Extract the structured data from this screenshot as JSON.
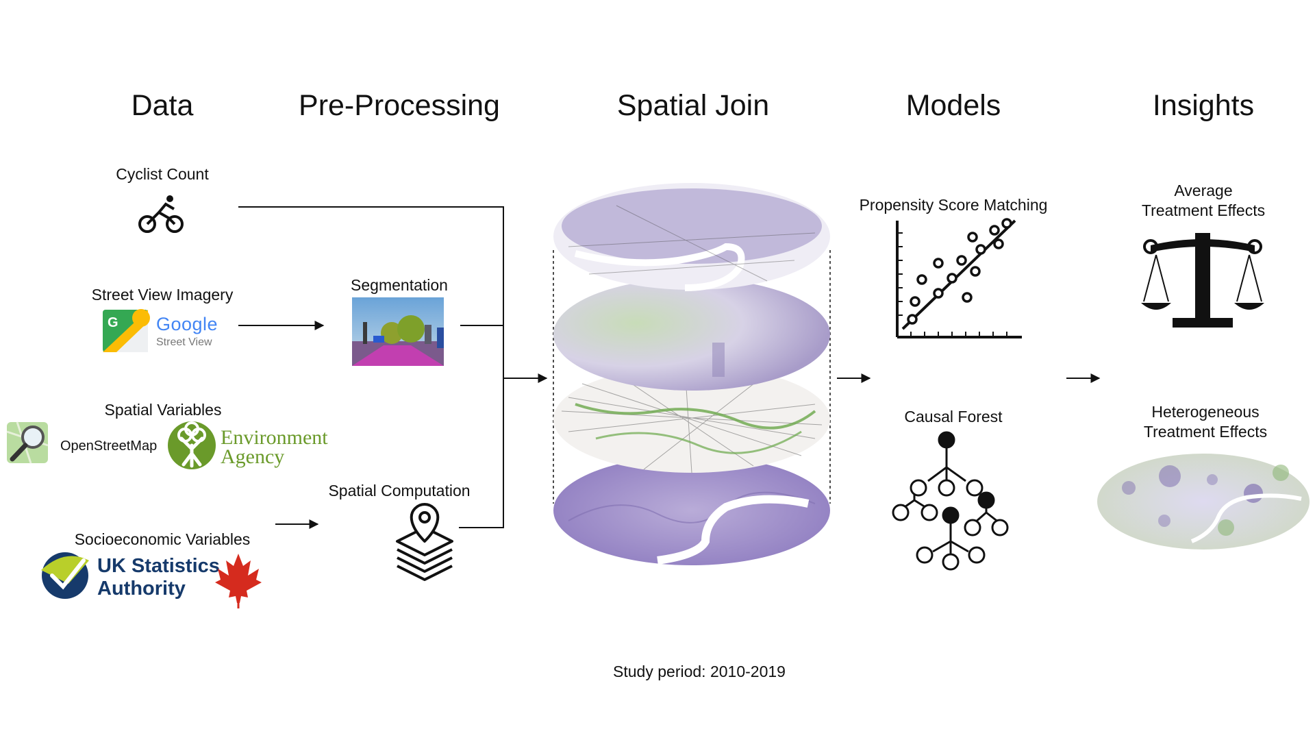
{
  "columns": {
    "data": "Data",
    "preprocessing": "Pre-Processing",
    "spatial_join": "Spatial Join",
    "models": "Models",
    "insights": "Insights"
  },
  "data_items": {
    "cyclist_count": "Cyclist Count",
    "street_view_imagery": "Street View Imagery",
    "spatial_variables": "Spatial Variables",
    "socioeconomic_variables": "Socioeconomic Variables"
  },
  "logos": {
    "google": "Google",
    "street_view": "Street View",
    "openstreetmap": "OpenStreetMap",
    "environment": "Environment",
    "agency": "Agency",
    "uk_statistics": "UK Statistics",
    "authority": "Authority"
  },
  "preprocessing_items": {
    "segmentation": "Segmentation",
    "spatial_computation": "Spatial Computation"
  },
  "models_items": {
    "psm": "Propensity Score Matching",
    "causal_forest": "Causal Forest"
  },
  "insights_items": {
    "ate_line1": "Average",
    "ate_line2": "Treatment Effects",
    "hte_line1": "Heterogeneous",
    "hte_line2": "Treatment Effects"
  },
  "footer": {
    "study_period": "Study period: 2010-2019"
  },
  "colors": {
    "purple": "#7b68b0",
    "purple_dark": "#4a3a8c",
    "green": "#8fb87a",
    "google_red": "#ea4335",
    "google_blue": "#4285f4",
    "google_yellow": "#fbbc05",
    "google_green": "#34a853",
    "env_green": "#6a9a2a",
    "ukstats_navy": "#163a6b",
    "ukstats_lime": "#b9cf2a",
    "maple_red": "#d52b1e"
  }
}
